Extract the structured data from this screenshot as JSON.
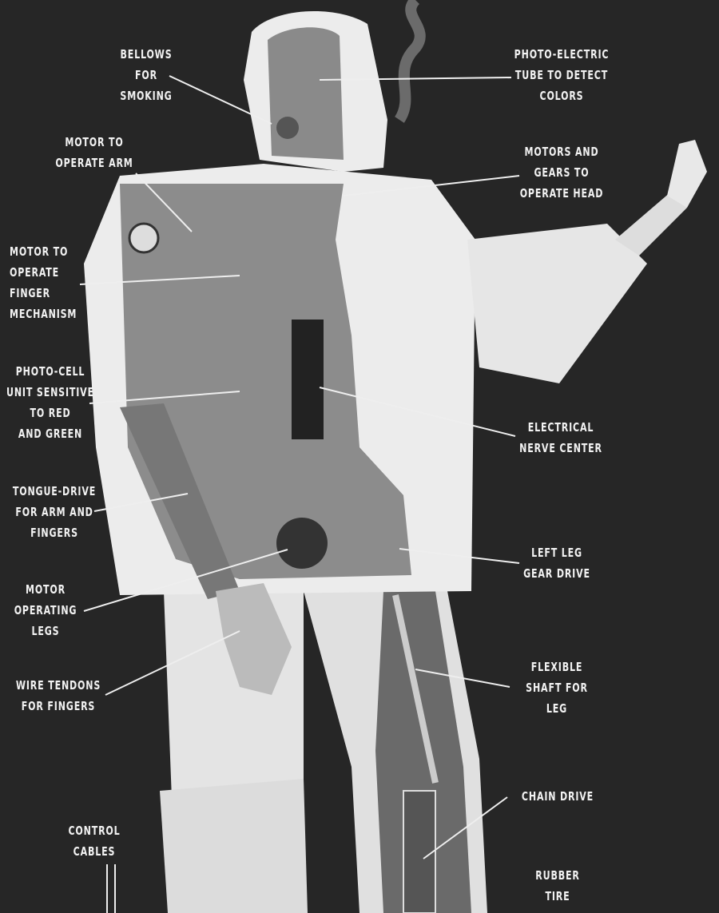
{
  "labels": {
    "bellows": [
      "BELLOWS",
      "FOR",
      "SMOKING"
    ],
    "motor_arm": [
      "MOTOR TO",
      "OPERATE ARM"
    ],
    "motor_finger": [
      "MOTOR TO",
      "OPERATE",
      "FINGER",
      "MECHANISM"
    ],
    "photo_cell": [
      "PHOTO-CELL",
      "UNIT SENSITIVE",
      "TO RED",
      "AND GREEN"
    ],
    "tongue_drive": [
      "TONGUE-DRIVE",
      "FOR ARM AND",
      "FINGERS"
    ],
    "motor_legs": [
      "MOTOR",
      "OPERATING",
      "LEGS"
    ],
    "wire_tendons": [
      "WIRE TENDONS",
      "FOR FINGERS"
    ],
    "control_cables": [
      "CONTROL",
      "CABLES"
    ],
    "photo_electric": [
      "PHOTO-ELECTRIC",
      "TUBE TO DETECT",
      "COLORS"
    ],
    "motors_head": [
      "MOTORS AND",
      "GEARS TO",
      "OPERATE HEAD"
    ],
    "nerve_center": [
      "ELECTRICAL",
      "NERVE CENTER"
    ],
    "left_leg": [
      "LEFT LEG",
      "GEAR DRIVE"
    ],
    "flexible_shaft": [
      "FLEXIBLE",
      "SHAFT  FOR",
      "LEG"
    ],
    "chain_drive": [
      "CHAIN DRIVE"
    ],
    "rubber_tire": [
      "RUBBER",
      "TIRE"
    ]
  },
  "colors": {
    "background": "#262626",
    "body": "#e8e8e8",
    "interior": "#8a8a8a",
    "text": "#f2f2f2"
  }
}
